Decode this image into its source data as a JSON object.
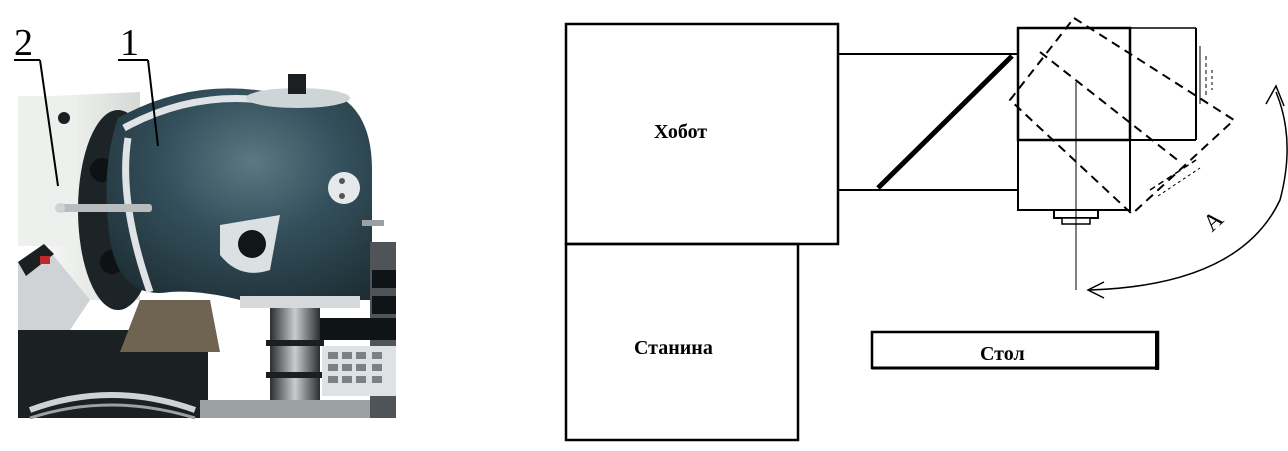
{
  "photo": {
    "callouts": [
      "2",
      "1"
    ]
  },
  "scheme": {
    "khobot": "Хобот",
    "stanina": "Станина",
    "stol": "Стол",
    "arrow_label": "A"
  },
  "colors": {
    "head": "#2f4752",
    "head_light": "#5d7883",
    "machine_body": "#e9ece9",
    "dark": "#1a1f22",
    "scale": "#d9dde0"
  }
}
